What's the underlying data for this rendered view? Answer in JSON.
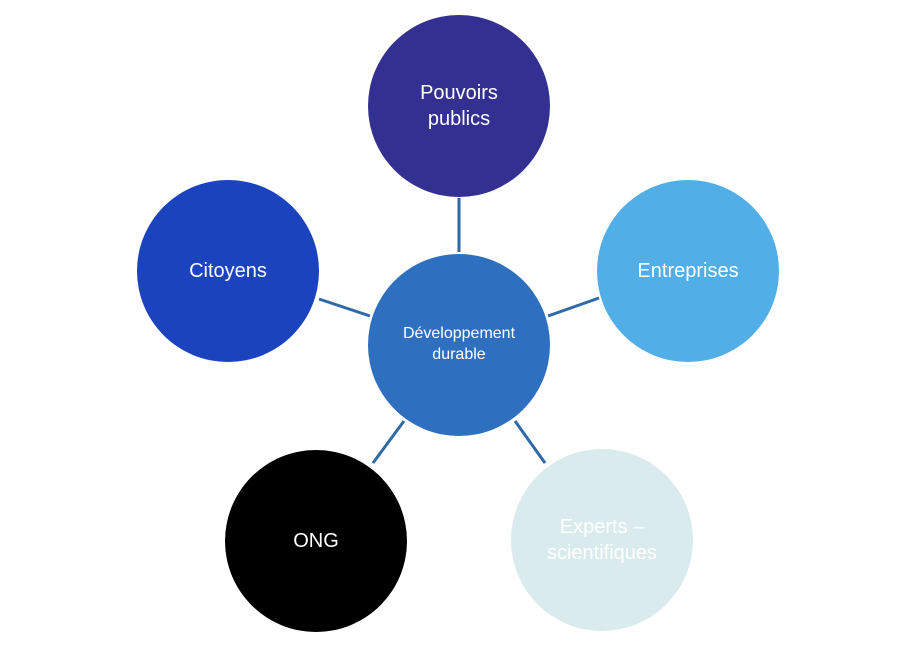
{
  "diagram": {
    "center": {
      "label": "Développement\ndurable",
      "color": "#2f6fbf"
    },
    "nodes": {
      "pouvoirs": {
        "label": "Pouvoirs\npublics",
        "color": "#333092"
      },
      "entreprises": {
        "label": "Entreprises",
        "color": "#52aee6"
      },
      "experts": {
        "label": "Experts –\nscientifiques",
        "color": "#daebee"
      },
      "ong": {
        "label": "ONG",
        "color": "#000000"
      },
      "citoyens": {
        "label": "Citoyens",
        "color": "#1b43bd"
      }
    },
    "connector_color": "#2e6aa6"
  }
}
